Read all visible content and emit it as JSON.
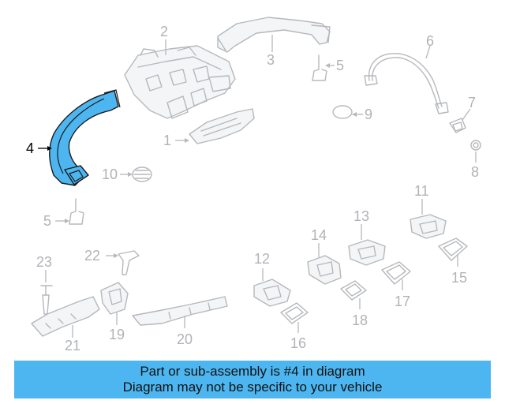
{
  "diagram": {
    "callouts": {
      "c1": "1",
      "c2": "2",
      "c3": "3",
      "c4": "4",
      "c5a": "5",
      "c5b": "5",
      "c6": "6",
      "c7": "7",
      "c8": "8",
      "c9": "9",
      "c10": "10",
      "c11": "11",
      "c12": "12",
      "c13": "13",
      "c14": "14",
      "c15": "15",
      "c16": "16",
      "c17": "17",
      "c18": "18",
      "c19": "19",
      "c20": "20",
      "c21": "21",
      "c22": "22",
      "c23": "23"
    },
    "highlighted_part": "4",
    "highlight_color": "#4db6f0"
  },
  "banner": {
    "line1": "Part or sub-assembly is #4 in diagram",
    "line2": "Diagram may not be specific to your vehicle",
    "background": "#4db6f0"
  }
}
